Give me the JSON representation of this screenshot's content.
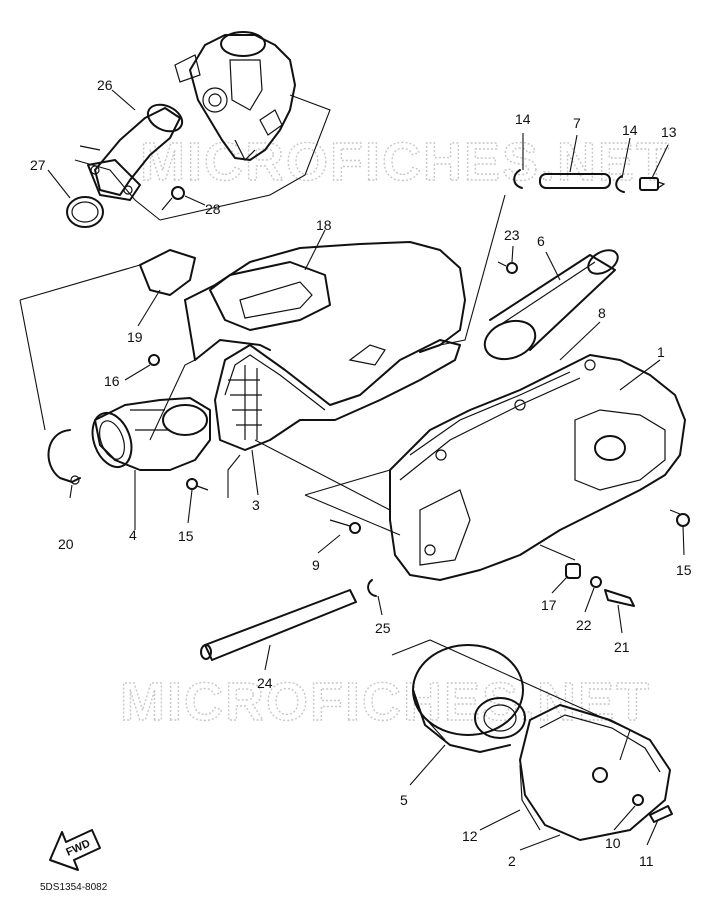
{
  "watermark": "MICROFICHES.NET",
  "diagram_code": "5DS1354-8082",
  "direction_label": "FWD",
  "callouts": [
    {
      "id": "c1",
      "label": "1"
    },
    {
      "id": "c2",
      "label": "2"
    },
    {
      "id": "c3",
      "label": "3"
    },
    {
      "id": "c4",
      "label": "4"
    },
    {
      "id": "c5",
      "label": "5"
    },
    {
      "id": "c6",
      "label": "6"
    },
    {
      "id": "c7",
      "label": "7"
    },
    {
      "id": "c8",
      "label": "8"
    },
    {
      "id": "c9",
      "label": "9"
    },
    {
      "id": "c10",
      "label": "10"
    },
    {
      "id": "c11",
      "label": "11"
    },
    {
      "id": "c12",
      "label": "12"
    },
    {
      "id": "c13",
      "label": "13"
    },
    {
      "id": "c14a",
      "label": "14"
    },
    {
      "id": "c14b",
      "label": "14"
    },
    {
      "id": "c15a",
      "label": "15"
    },
    {
      "id": "c15b",
      "label": "15"
    },
    {
      "id": "c16",
      "label": "16"
    },
    {
      "id": "c17",
      "label": "17"
    },
    {
      "id": "c18",
      "label": "18"
    },
    {
      "id": "c19",
      "label": "19"
    },
    {
      "id": "c20",
      "label": "20"
    },
    {
      "id": "c21",
      "label": "21"
    },
    {
      "id": "c22",
      "label": "22"
    },
    {
      "id": "c23",
      "label": "23"
    },
    {
      "id": "c24",
      "label": "24"
    },
    {
      "id": "c25",
      "label": "25"
    },
    {
      "id": "c26",
      "label": "26"
    },
    {
      "id": "c27",
      "label": "27"
    },
    {
      "id": "c28",
      "label": "28"
    }
  ]
}
